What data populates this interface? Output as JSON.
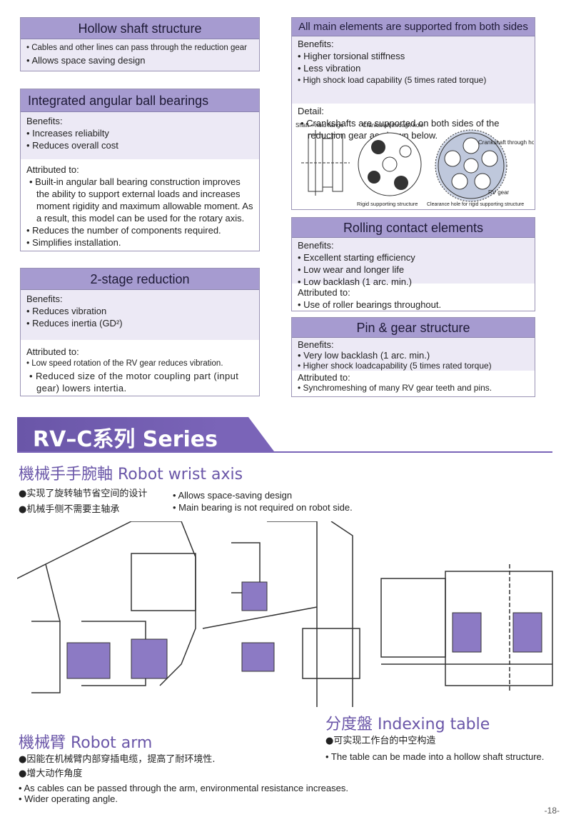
{
  "hollow": {
    "title": "Hollow shaft structure",
    "items": [
      "Cables and other lines can pass through the reduction gear",
      "Allows space saving design"
    ]
  },
  "angular": {
    "title": "Integrated angular ball bearings",
    "benefits_label": "Benefits:",
    "benefits": [
      "Increases reliabilty",
      "Reduces overall cost"
    ],
    "attributed_label": "Attributed to:",
    "attributed": [
      "Built-in angular ball bearing construction improves the ability to support external loads and increases moment rigidity and maximum allowable moment. As a result, this model can be used for the rotary axis.",
      "Reduces the number of components required.",
      "Simplifies installation."
    ]
  },
  "twostage": {
    "title": "2-stage reduction",
    "benefits_label": "Benefits:",
    "benefits": [
      "Reduces vibration",
      "Reduces inertia (GD²)"
    ],
    "attributed_label": "Attributed to:",
    "attributed": [
      "Low speed rotation of the RV gear reduces vibration.",
      "Reduced size of the motor coupling part (input gear) lowers intertia."
    ]
  },
  "mainelems": {
    "title": "All main elements are supported from both sides",
    "benefits_label": "Benefits:",
    "benefits": [
      "Higher torsional stiffness",
      "Less vibration",
      "High shock load capability (5 times rated torque)"
    ],
    "detail_label": "Detail:",
    "detail": "Crankshafts are supported on both sides of the reduction gear as shown below.",
    "fig_labels": {
      "shaft": "Shaft + hold flange",
      "crank_hole": "Crankshaft through hole",
      "crank_hole2": "Crankshaft through hole",
      "rv_gear": "RV gear",
      "rigid": "Rigid supporting structure",
      "clearance": "Clearance hole for rigid supporting structure"
    }
  },
  "rolling": {
    "title": "Rolling contact elements",
    "benefits_label": "Benefits:",
    "benefits": [
      "Excellent starting efficiency",
      "Low wear and longer life",
      "Low backlash (1 arc. min.)"
    ],
    "attributed_label": "Attributed to:",
    "attributed": [
      "Use of roller bearings throughout."
    ]
  },
  "pingear": {
    "title": "Pin & gear structure",
    "benefits_label": "Benefits:",
    "benefits": [
      "Very low backlash (1 arc. min.)",
      "Higher shock loadcapability (5 times rated torque)"
    ],
    "attributed_label": "Attributed to:",
    "attributed": [
      "Synchromeshing of many RV gear teeth and pins."
    ]
  },
  "series_banner": "RV–C系列 Series",
  "wrist": {
    "title": "機械手手腕軸 Robot wrist axis",
    "cn": [
      "●实现了旋转轴节省空间的设计",
      "●机械手侧不需要主轴承"
    ],
    "en": [
      "• Allows space-saving design",
      "• Main bearing is not  required on robot side."
    ]
  },
  "arm": {
    "title": "機械臂 Robot arm",
    "cn": [
      "●因能在机械臂内部穿插电缆，提高了耐环境性.",
      "●增大动作角度"
    ],
    "en": [
      "• As cables can be passed through the arm, environmental resistance increases.",
      "• Wider operating angle."
    ]
  },
  "index": {
    "title": "分度盤 Indexing table",
    "cn": "●可实现工作台的中空构造",
    "en": "• The table can be made into a hollow shaft structure."
  },
  "page_number": "-18-",
  "colors": {
    "accent": "#7a64b8",
    "header": "#a69bd0",
    "part": "#8c7ac4"
  }
}
